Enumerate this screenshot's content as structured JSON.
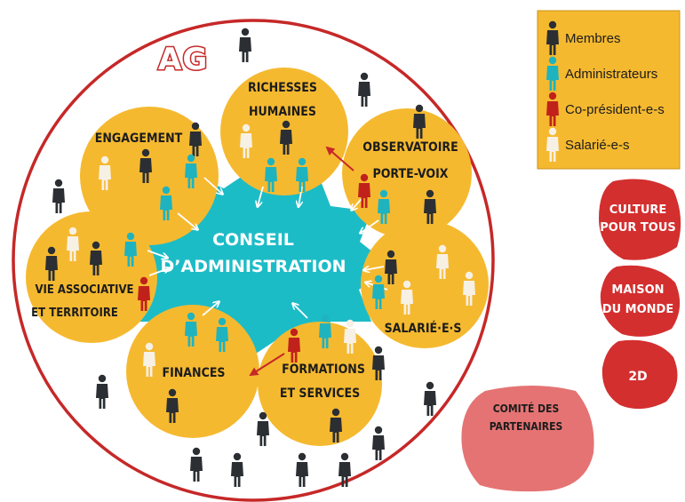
{
  "assembly_label": "AG",
  "council_label_line1": "CONSEIL",
  "council_label_line2": "D’ADMINISTRATION",
  "commissions": [
    {
      "line1": "RICHESSES",
      "line2": "HUMAINES"
    },
    {
      "line1": "ENGAGEMENT",
      "line2": ""
    },
    {
      "line1": "OBSERVATOIRE",
      "line2": "PORTE-VOIX"
    },
    {
      "line1": "VIE ASSOCIATIVE",
      "line2": "ET TERRITOIRE"
    },
    {
      "line1": "SALARIÉ·E·S",
      "line2": ""
    },
    {
      "line1": "FINANCES",
      "line2": ""
    },
    {
      "line1": "FORMATIONS",
      "line2": "ET SERVICES"
    }
  ],
  "legend": [
    {
      "label": "Membres",
      "color": "#2b2f33"
    },
    {
      "label": "Administrateurs",
      "color": "#1fb3bf"
    },
    {
      "label": "Co-président-e-s",
      "color": "#c0221b"
    },
    {
      "label": "Salarié-e-s",
      "color": "#f7f0e4"
    }
  ],
  "partners": [
    {
      "line1": "CULTURE",
      "line2": "POUR TOUS"
    },
    {
      "line1": "MAISON",
      "line2": "DU MONDE"
    },
    {
      "line1": "2D",
      "line2": ""
    }
  ],
  "partners_committee": {
    "line1": "COMITÉ DES",
    "line2": "PARTENAIRES"
  },
  "colors": {
    "ring": "#c62828",
    "bubble": "#f5b930",
    "council": "#1cbcc7",
    "partner": "#d32f2f",
    "committee": "#e57373",
    "legend_bg": "#f5b930",
    "arrow_red": "#c62828",
    "arrow_white": "#ffffff"
  }
}
